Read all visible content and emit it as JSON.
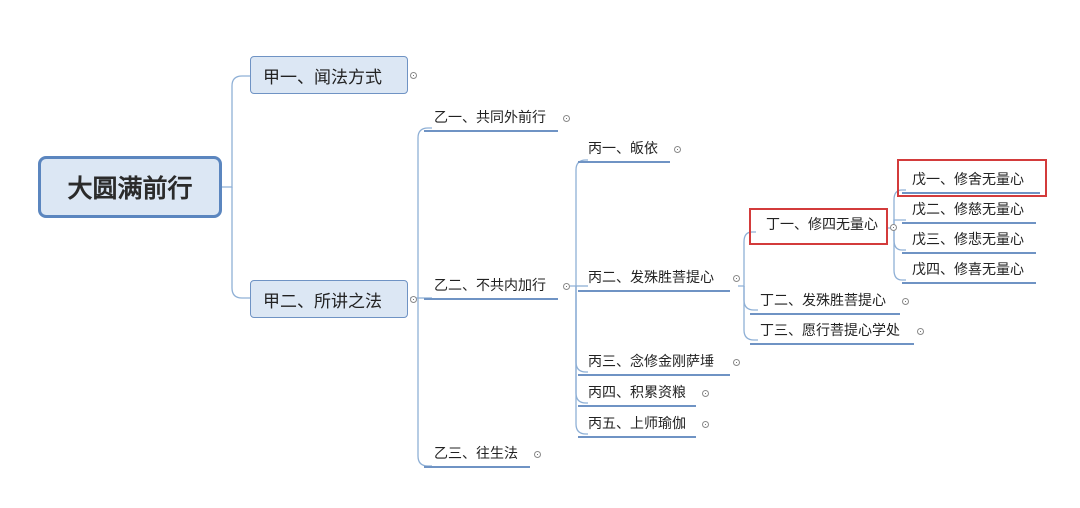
{
  "root": {
    "label": "大圆满前行"
  },
  "branches": {
    "jia1": "甲一、闻法方式",
    "jia2": "甲二、所讲之法",
    "yi1": "乙一、共同外前行",
    "yi2": "乙二、不共内加行",
    "yi3": "乙三、往生法",
    "bing1": "丙一、皈依",
    "bing2": "丙二、发殊胜菩提心",
    "bing3": "丙三、念修金刚萨埵",
    "bing4": "丙四、积累资粮",
    "bing5": "丙五、上师瑜伽",
    "ding1": "丁一、修四无量心",
    "ding2": "丁二、发殊胜菩提心",
    "ding3": "丁三、愿行菩提心学处",
    "wu1": "戊一、修舍无量心",
    "wu2": "戊二、修慈无量心",
    "wu3": "戊三、修悲无量心",
    "wu4": "戊四、修喜无量心"
  },
  "highlight_color": "#d33b3b"
}
